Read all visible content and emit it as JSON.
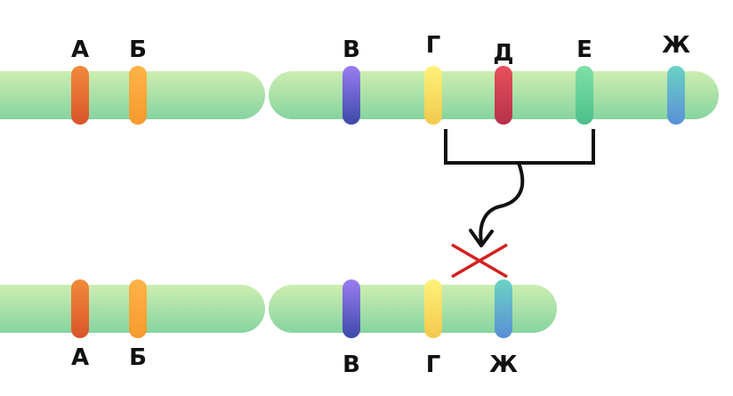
{
  "chromosome_before": {
    "genes": [
      {
        "label": "А",
        "color_top": "#f08a3a",
        "color_bottom": "#d9552a"
      },
      {
        "label": "Б",
        "color_top": "#ffb347",
        "color_bottom": "#f79a2e"
      },
      {
        "label": "В",
        "color_top": "#9b7cf2",
        "color_bottom": "#3c4aa8"
      },
      {
        "label": "Г",
        "color_top": "#fff27a",
        "color_bottom": "#f2c94c"
      },
      {
        "label": "Д",
        "color_top": "#e8505b",
        "color_bottom": "#b5314b"
      },
      {
        "label": "Е",
        "color_top": "#7ee0a6",
        "color_bottom": "#4cbf8a"
      },
      {
        "label": "Ж",
        "color_top": "#6ad3c4",
        "color_bottom": "#5a8fd6"
      }
    ]
  },
  "chromosome_after": {
    "genes": [
      {
        "label": "А",
        "color_top": "#f08a3a",
        "color_bottom": "#d9552a"
      },
      {
        "label": "Б",
        "color_top": "#ffb347",
        "color_bottom": "#f79a2e"
      },
      {
        "label": "В",
        "color_top": "#9b7cf2",
        "color_bottom": "#3c4aa8"
      },
      {
        "label": "Г",
        "color_top": "#fff27a",
        "color_bottom": "#f2c94c"
      },
      {
        "label": "Ж",
        "color_top": "#6ad3c4",
        "color_bottom": "#5a8fd6"
      }
    ]
  },
  "colors": {
    "chromosome_top": "#cdeeb0",
    "chromosome_bottom": "#86d4a0",
    "bracket": "#111111",
    "deletion_mark": "#d42020"
  }
}
